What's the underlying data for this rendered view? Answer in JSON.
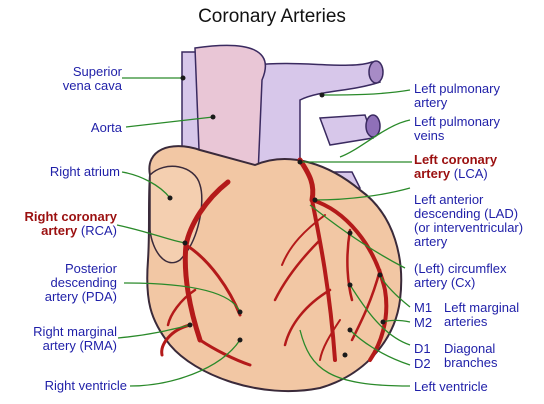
{
  "title": "Coronary Arteries",
  "colors": {
    "label_blue": "#1f1fa8",
    "label_red": "#9b1010",
    "leader": "#2a8a2a",
    "artery": "#b41a1a",
    "heart_fill": "#f2c7a4",
    "vessel_fill": "#c9b4df"
  },
  "labels": {
    "svc_1": "Superior",
    "svc_2": "vena cava",
    "aorta": "Aorta",
    "right_atrium": "Right atrium",
    "rca_1": "Right coronary",
    "rca_2": "artery",
    "rca_abbr": "(RCA)",
    "pda_1": "Posterior",
    "pda_2": "descending",
    "pda_3": "artery (PDA)",
    "rma_1": "Right marginal",
    "rma_2": "artery (RMA)",
    "right_ventricle": "Right ventricle",
    "lpa_1": "Left pulmonary",
    "lpa_2": "artery",
    "lpv_1": "Left pulmonary",
    "lpv_2": "veins",
    "lca_1": "Left coronary",
    "lca_2": "artery",
    "lca_abbr": "(LCA)",
    "lad_1": "Left anterior",
    "lad_2": "descending (LAD)",
    "lad_3": "(or interventricular)",
    "lad_4": "artery",
    "cx_1": "(Left) circumflex",
    "cx_2": "artery (Cx)",
    "m1": "M1",
    "m2": "M2",
    "marg_1": "Left marginal",
    "marg_2": "arteries",
    "d1": "D1",
    "d2": "D2",
    "diag_1": "Diagonal",
    "diag_2": "branches",
    "left_ventricle": "Left ventricle"
  }
}
